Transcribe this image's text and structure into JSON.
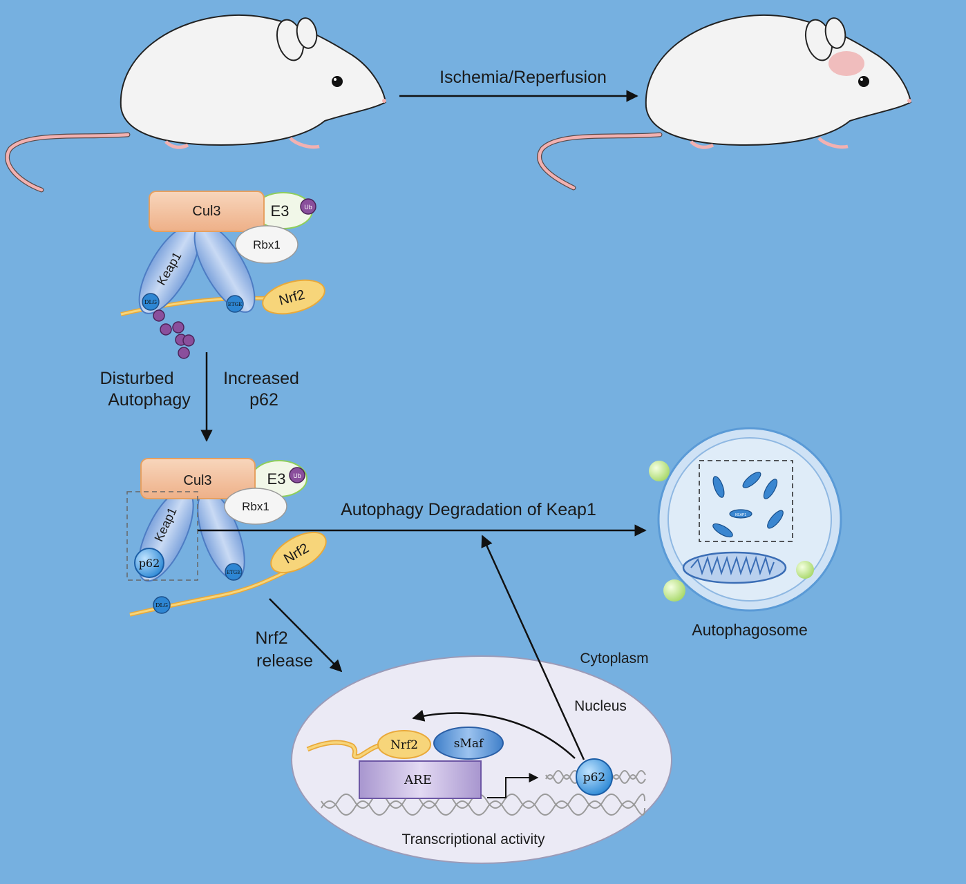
{
  "diagram": {
    "top_arrow_label": "Ischemia/Reperfusion",
    "complex_top": {
      "cul3": "Cul3",
      "e3": "E3",
      "rbx1": "Rbx1",
      "keap1": "Keap1",
      "nrf2": "Nrf2",
      "dlg": "DLG",
      "etge": "ETGE",
      "ub": "Ub"
    },
    "left_label_1": "Disturbed",
    "left_label_2": "Autophagy",
    "right_label_1": "Increased",
    "right_label_2": "p62",
    "complex_bottom": {
      "cul3": "Cul3",
      "e3": "E3",
      "rbx1": "Rbx1",
      "keap1": "Keap1",
      "p62": "p62",
      "nrf2": "Nrf2",
      "dlg": "DLG",
      "etge": "ETGE",
      "ub": "Ub"
    },
    "degradation_label": "Autophagy Degradation of Keap1",
    "autophagosome_label": "Autophagosome",
    "autophagosome_inner": "KEAP1",
    "release_label_1": "Nrf2",
    "release_label_2": "release",
    "cytoplasm_label": "Cytoplasm",
    "nucleus_label": "Nucleus",
    "nucleus": {
      "nrf2": "Nrf2",
      "smaf": "sMaf",
      "are": "ARE",
      "p62": "p62",
      "transcription_label": "Transcriptional activity"
    },
    "colors": {
      "background": "#76b0e0",
      "cul3": "#f4c4a0",
      "nrf2": "#f7d57a",
      "keap1": "#a9c3ea",
      "ub": "#8a4f9c",
      "are": "#c8b8e0",
      "p62": "#3c9be0",
      "nucleus": "#ebeaf5"
    }
  }
}
